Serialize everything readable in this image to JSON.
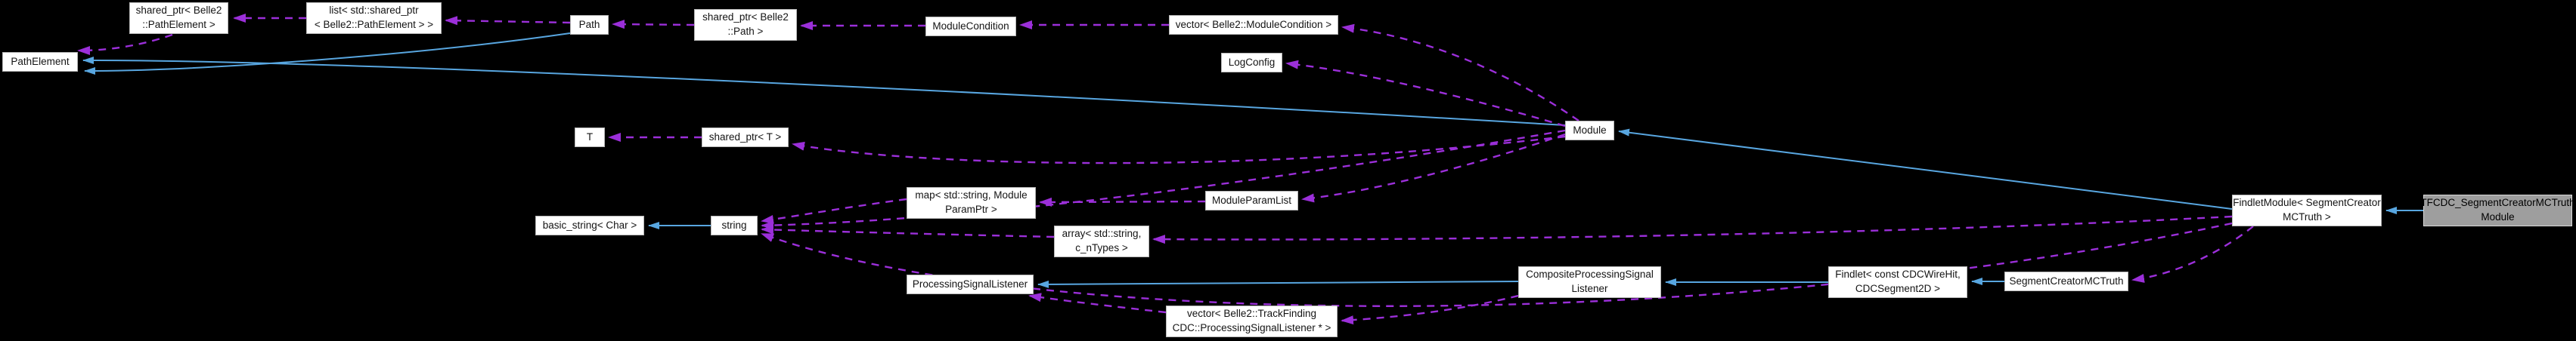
{
  "diagram": {
    "kind": "doxygen-collaboration-graph",
    "focus_class": "TFCDC_SegmentCreatorMCTruthModule",
    "colors": {
      "background": "#000000",
      "node_fill": "#ffffff",
      "node_border": "#b6b6b6",
      "node_text": "#141414",
      "highlight_fill": "#9e9e9e",
      "inheritance_edge": "#58a6e0",
      "usage_edge": "#9b2fd9"
    }
  },
  "nodes": [
    {
      "id": "path-element",
      "label": "PathElement",
      "highlighted": false
    },
    {
      "id": "shared-ptr-path-element",
      "label": "shared_ptr< Belle2\n::PathElement >",
      "highlighted": false
    },
    {
      "id": "list-shared-ptr-path-element",
      "label": "list< std::shared_ptr\n< Belle2::PathElement > >",
      "highlighted": false
    },
    {
      "id": "path",
      "label": "Path",
      "highlighted": false
    },
    {
      "id": "shared-ptr-path",
      "label": "shared_ptr< Belle2\n::Path >",
      "highlighted": false
    },
    {
      "id": "module-condition",
      "label": "ModuleCondition",
      "highlighted": false
    },
    {
      "id": "vector-module-condition",
      "label": "vector< Belle2::ModuleCondition >",
      "highlighted": false
    },
    {
      "id": "log-config",
      "label": "LogConfig",
      "highlighted": false
    },
    {
      "id": "module",
      "label": "Module",
      "highlighted": false
    },
    {
      "id": "t",
      "label": "T",
      "highlighted": false
    },
    {
      "id": "shared-ptr-t",
      "label": "shared_ptr< T >",
      "highlighted": false
    },
    {
      "id": "map-string-module-param-ptr",
      "label": "map< std::string, Module\nParamPtr >",
      "highlighted": false
    },
    {
      "id": "module-param-list",
      "label": "ModuleParamList",
      "highlighted": false
    },
    {
      "id": "basic-string-char",
      "label": "basic_string< Char >",
      "highlighted": false
    },
    {
      "id": "string",
      "label": "string",
      "highlighted": false
    },
    {
      "id": "array-string-cntypes",
      "label": "array< std::string,\nc_nTypes >",
      "highlighted": false
    },
    {
      "id": "processing-signal-listener",
      "label": "ProcessingSignalListener",
      "highlighted": false
    },
    {
      "id": "vector-processing-signal-listener",
      "label": "vector< Belle2::TrackFinding\nCDC::ProcessingSignalListener * >",
      "highlighted": false
    },
    {
      "id": "composite-processing-signal-listener",
      "label": "CompositeProcessingSignal\nListener",
      "highlighted": false
    },
    {
      "id": "findlet-cdcwirehit-cdcsegment2d",
      "label": "Findlet< const CDCWireHit,\nCDCSegment2D >",
      "highlighted": false
    },
    {
      "id": "segment-creator-mctruth",
      "label": "SegmentCreatorMCTruth",
      "highlighted": false
    },
    {
      "id": "findlet-module-segment-creator-mctruth",
      "label": "FindletModule< SegmentCreator\nMCTruth >",
      "highlighted": false
    },
    {
      "id": "tfcdc-segment-creator-mctruth-module",
      "label": "TFCDC_SegmentCreatorMCTruth\nModule",
      "highlighted": true
    }
  ],
  "edges": [
    {
      "from": "path",
      "to": "path-element",
      "kind": "inheritance"
    },
    {
      "from": "module",
      "to": "path-element",
      "kind": "inheritance"
    },
    {
      "from": "string",
      "to": "basic-string-char",
      "kind": "inheritance"
    },
    {
      "from": "composite-processing-signal-listener",
      "to": "processing-signal-listener",
      "kind": "inheritance"
    },
    {
      "from": "findlet-cdcwirehit-cdcsegment2d",
      "to": "composite-processing-signal-listener",
      "kind": "inheritance"
    },
    {
      "from": "segment-creator-mctruth",
      "to": "findlet-cdcwirehit-cdcsegment2d",
      "kind": "inheritance"
    },
    {
      "from": "findlet-module-segment-creator-mctruth",
      "to": "module",
      "kind": "inheritance"
    },
    {
      "from": "tfcdc-segment-creator-mctruth-module",
      "to": "findlet-module-segment-creator-mctruth",
      "kind": "inheritance"
    },
    {
      "from": "list-shared-ptr-path-element",
      "to": "shared-ptr-path-element",
      "kind": "usage"
    },
    {
      "from": "shared-ptr-path-element",
      "to": "path-element",
      "kind": "usage"
    },
    {
      "from": "path",
      "to": "list-shared-ptr-path-element",
      "kind": "usage"
    },
    {
      "from": "shared-ptr-path",
      "to": "path",
      "kind": "usage"
    },
    {
      "from": "module-condition",
      "to": "shared-ptr-path",
      "kind": "usage"
    },
    {
      "from": "vector-module-condition",
      "to": "module-condition",
      "kind": "usage"
    },
    {
      "from": "module",
      "to": "vector-module-condition",
      "kind": "usage"
    },
    {
      "from": "module",
      "to": "log-config",
      "kind": "usage"
    },
    {
      "from": "shared-ptr-t",
      "to": "t",
      "kind": "usage"
    },
    {
      "from": "module",
      "to": "shared-ptr-t",
      "kind": "usage"
    },
    {
      "from": "module-param-list",
      "to": "map-string-module-param-ptr",
      "kind": "usage"
    },
    {
      "from": "module",
      "to": "module-param-list",
      "kind": "usage"
    },
    {
      "from": "map-string-module-param-ptr",
      "to": "string",
      "kind": "usage"
    },
    {
      "from": "module",
      "to": "string",
      "kind": "usage"
    },
    {
      "from": "array-string-cntypes",
      "to": "string",
      "kind": "usage"
    },
    {
      "from": "findlet-module-segment-creator-mctruth",
      "to": "array-string-cntypes",
      "kind": "usage"
    },
    {
      "from": "findlet-module-segment-creator-mctruth",
      "to": "string",
      "kind": "usage"
    },
    {
      "from": "vector-processing-signal-listener",
      "to": "processing-signal-listener",
      "kind": "usage"
    },
    {
      "from": "composite-processing-signal-listener",
      "to": "vector-processing-signal-listener",
      "kind": "usage"
    },
    {
      "from": "findlet-module-segment-creator-mctruth",
      "to": "segment-creator-mctruth",
      "kind": "usage"
    }
  ]
}
